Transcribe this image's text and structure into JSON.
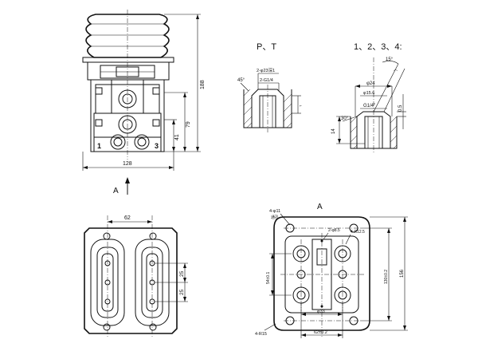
{
  "drawing": {
    "front_view": {
      "dim_height_total": "188",
      "dim_height_mid": "79",
      "dim_height_low": "41",
      "dim_width": "128",
      "port_label_left": "1",
      "port_label_right": "3"
    },
    "view_arrow": {
      "label": "A"
    },
    "detail_pt": {
      "title": "P、T",
      "callout_thread": "2-φ23深1",
      "callout_port": "2-G1/4",
      "angle": "45°"
    },
    "detail_1234": {
      "title": "1、2、3、4:",
      "angle_top": "15°",
      "dim_dia": "φ24",
      "dim_dia2": "φ15.6",
      "dim_thread": "G1/4\"",
      "dim_right": "0.5",
      "angle_side": "30°",
      "dim_depth": "14"
    },
    "bottom_view": {
      "dim_spacing": "62",
      "dim_upper": "25",
      "dim_lower": "25"
    },
    "view_a": {
      "title": "A",
      "note_holes": "4-φ11",
      "note_holes_sub": "通孔",
      "note_pin": "2-φ8.5",
      "note_radius": "4-R12.5",
      "note_corner": "4-R15",
      "dim_left": "54±0.1",
      "dim_right_inner": "130±0.2",
      "dim_right_outer": "156",
      "dim_bottom_inner": "φ33",
      "dim_bottom": "62±0.2"
    }
  }
}
